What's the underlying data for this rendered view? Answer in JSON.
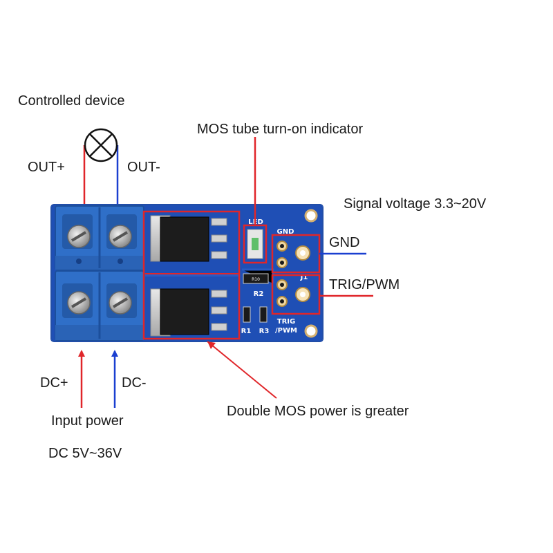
{
  "labels": {
    "controlled_device": "Controlled device",
    "out_plus": "OUT+",
    "out_minus": "OUT-",
    "mos_indicator": "MOS tube turn-on indicator",
    "signal_voltage": "Signal voltage 3.3~20V",
    "gnd": "GND",
    "trig_pwm": "TRIG/PWM",
    "dc_plus": "DC+",
    "dc_minus": "DC-",
    "input_power": "Input power",
    "input_voltage": "DC 5V~36V",
    "double_mos": "Double MOS power is greater"
  },
  "silkscreen": {
    "led": "LED",
    "gnd": "GND",
    "j1": "J1",
    "r2": "R2",
    "r1": "R1",
    "r3": "R3",
    "trig": "TRIG",
    "pwm": "/PWM",
    "resistor_code": "R10"
  },
  "colors": {
    "pcb": "#1f4fb5",
    "terminal": "#2f6fc8",
    "callout_red": "#e0262a",
    "wire_blue": "#1a3fd0",
    "label_text": "#1a1a1a"
  },
  "icons": {
    "lamp": "lamp-symbol-icon",
    "screw": "screw-icon",
    "arrow": "arrow-up-icon"
  }
}
